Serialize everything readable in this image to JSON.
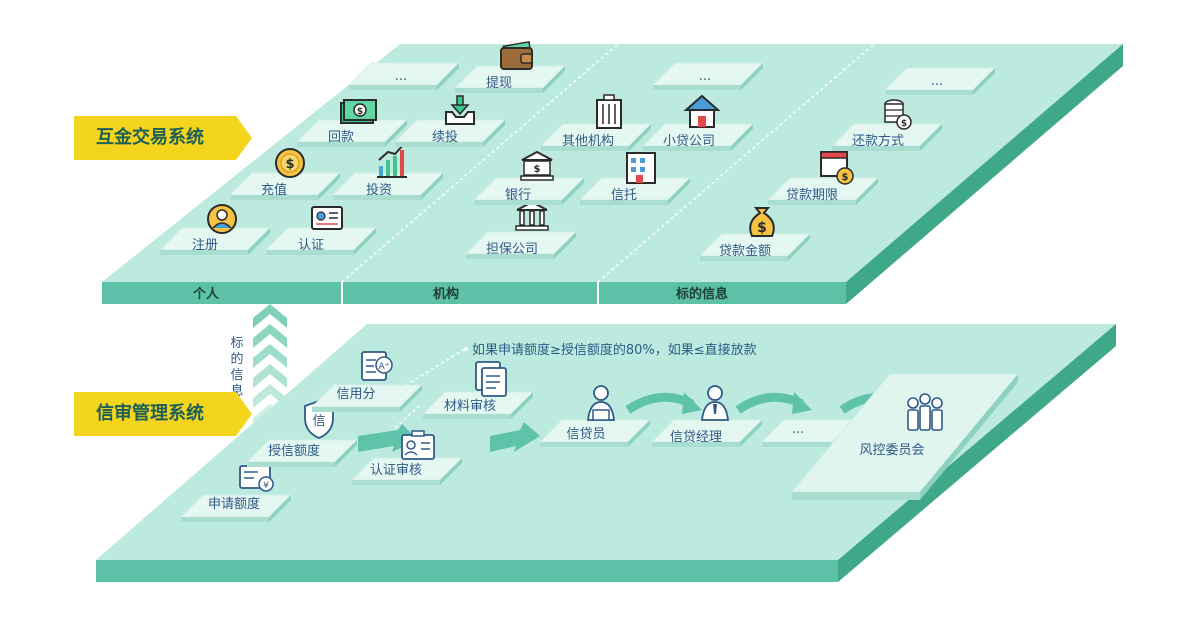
{
  "colors": {
    "platform_top": "#bdeadf",
    "platform_front": "#5cc1a6",
    "platform_side": "#3fa889",
    "tile": "#e8f8f3",
    "tag_bg": "#f4d51e",
    "tag_text": "#1d5e55",
    "label_text": "#2f5a87",
    "arrow": "#5fc3a9"
  },
  "top_layer": {
    "tag": "互金交易系统",
    "sections": [
      "个人",
      "机构",
      "标的信息"
    ],
    "individual_items": [
      {
        "label": "注册",
        "icon": "user-avatar-icon"
      },
      {
        "label": "认证",
        "icon": "id-card-icon"
      },
      {
        "label": "充值",
        "icon": "coin-icon"
      },
      {
        "label": "投资",
        "icon": "growth-chart-icon"
      },
      {
        "label": "回款",
        "icon": "cash-icon"
      },
      {
        "label": "续投",
        "icon": "inbox-download-icon"
      },
      {
        "label": "提现",
        "icon": "wallet-icon"
      },
      {
        "label": "...",
        "icon": ""
      }
    ],
    "institution_items": [
      {
        "label": "担保公司",
        "icon": "institution-icon"
      },
      {
        "label": "银行",
        "icon": "bank-icon"
      },
      {
        "label": "信托",
        "icon": "office-building-icon"
      },
      {
        "label": "其他机构",
        "icon": "skyscraper-icon"
      },
      {
        "label": "小贷公司",
        "icon": "house-icon"
      },
      {
        "label": "...",
        "icon": ""
      }
    ],
    "target_items": [
      {
        "label": "贷款金额",
        "icon": "money-bag-icon"
      },
      {
        "label": "贷款期限",
        "icon": "calendar-money-icon"
      },
      {
        "label": "还款方式",
        "icon": "coin-stack-icon"
      },
      {
        "label": "...",
        "icon": ""
      }
    ]
  },
  "middle": {
    "side_label": "标的信息"
  },
  "bottom_layer": {
    "tag": "信审管理系统",
    "condition_note": "如果申请额度≥授信额度的80%，如果≤直接放款",
    "items": [
      {
        "label": "申请额度",
        "icon": "yen-form-icon"
      },
      {
        "label": "授信额度",
        "icon": "credit-shield-icon"
      },
      {
        "label": "信用分",
        "icon": "grade-document-icon"
      },
      {
        "label": "认证审核",
        "icon": "id-badge-icon"
      },
      {
        "label": "材料审核",
        "icon": "documents-icon"
      },
      {
        "label": "信贷员",
        "icon": "loan-officer-icon"
      },
      {
        "label": "信贷经理",
        "icon": "loan-manager-icon"
      },
      {
        "label": "...",
        "icon": ""
      },
      {
        "label": "风控委员会",
        "icon": "committee-group-icon"
      }
    ]
  }
}
